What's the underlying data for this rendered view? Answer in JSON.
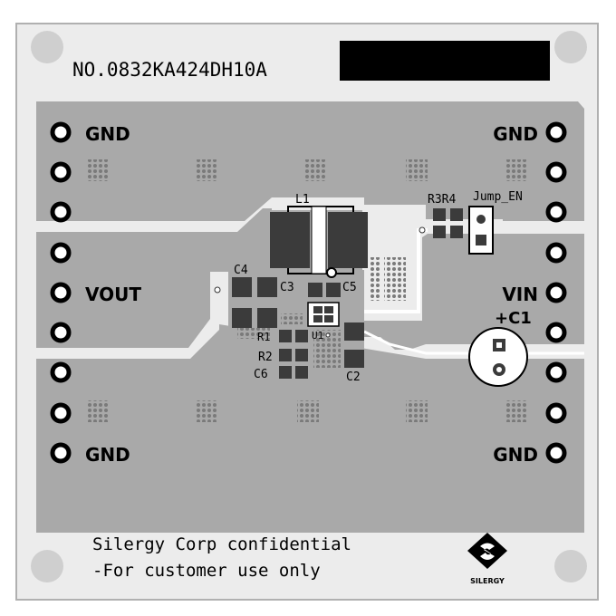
{
  "board": {
    "part_number": "NO.0832KA424DH10A",
    "footer_line1": "Silergy Corp confidential",
    "footer_line2": "-For customer use only",
    "logo_text": "SILERGY"
  },
  "terminals": {
    "left_gnd_top": "GND",
    "left_vout": "VOUT",
    "left_gnd_bottom": "GND",
    "right_gnd_top": "GND",
    "right_vin": "VIN",
    "right_gnd_bottom": "GND"
  },
  "designators": {
    "L1": "L1",
    "R3R4": "R3R4",
    "jump_en": "Jump_EN",
    "C4": "C4",
    "C3": "C3",
    "C5": "C5",
    "C1": "+C1",
    "R1": "R1",
    "U1": "U1",
    "R2": "R2",
    "C6": "C6",
    "C2": "C2"
  },
  "colors": {
    "background": "#ffffff",
    "board": "#ececec",
    "copper": "#a9a9a9",
    "pad": "#3b3b3b",
    "silkscreen": "#000000",
    "corner_mark": "#cfcfcf"
  }
}
